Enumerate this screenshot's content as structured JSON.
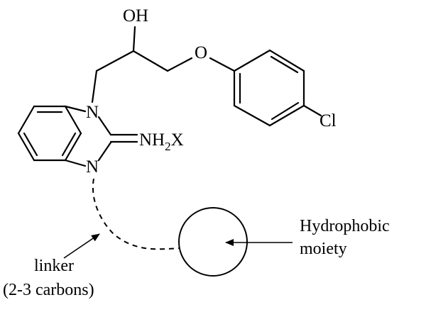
{
  "molecule": {
    "atoms": {
      "hydroxyl": "OH",
      "ether_oxygen": "O",
      "chlorine": "Cl",
      "nitrogen_top": "N",
      "nitrogen_bottom": "N",
      "imine_main": "NH",
      "imine_subscript": "2",
      "imine_counterion": "X"
    }
  },
  "annotations": {
    "linker_line1": "linker",
    "linker_line2": "(2-3 carbons)",
    "moiety_line1": "Hydrophobic",
    "moiety_line2": "moiety"
  },
  "colors": {
    "ink": "#000000",
    "background": "#ffffff"
  }
}
